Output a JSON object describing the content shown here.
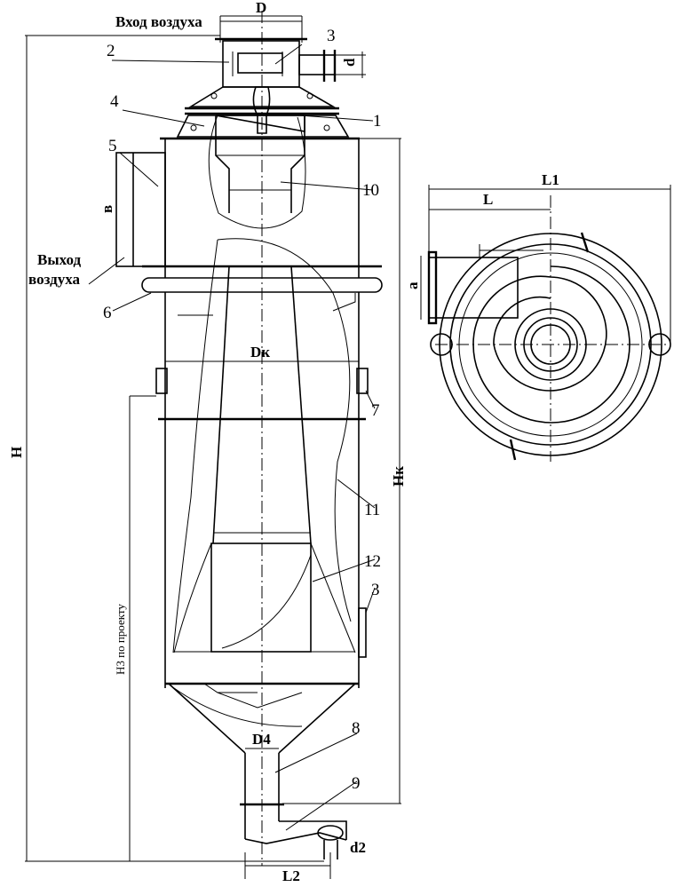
{
  "labels": {
    "air_inlet": "Вход воздуха",
    "air_outlet_line1": "Выход",
    "air_outlet_line2": "воздуха"
  },
  "dimensions": {
    "D": "D",
    "d": "d",
    "b": "в",
    "a": "a",
    "H": "H",
    "Hk": "Hк",
    "Dk": "Dк",
    "H3": "H3 по проекту",
    "D4": "D4",
    "d2": "d2",
    "L2": "L2",
    "L": "L",
    "L1": "L1"
  },
  "callouts": [
    "1",
    "2",
    "3",
    "3",
    "4",
    "5",
    "6",
    "7",
    "8",
    "9",
    "10",
    "11",
    "12"
  ]
}
